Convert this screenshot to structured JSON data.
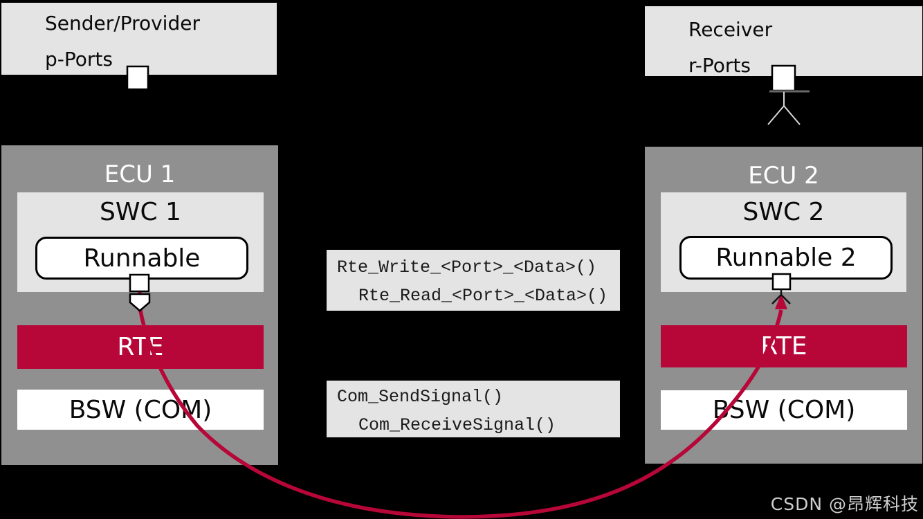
{
  "legend_left": {
    "line1": "Sender/Provider",
    "line2": "p-Ports"
  },
  "legend_right": {
    "line1": "Receiver",
    "line2": "r-Ports"
  },
  "ecu1": {
    "title": "ECU 1",
    "swc": "SWC 1",
    "runnable": "Runnable",
    "rte": "RTE",
    "bsw": "BSW (COM)"
  },
  "ecu2": {
    "title": "ECU 2",
    "swc": "SWC 2",
    "runnable": "Runnable 2",
    "rte": "RTE",
    "bsw": "BSW (COM)"
  },
  "api_rte": {
    "line1": "Rte_Write_<Port>_<Data>()",
    "line2": "Rte_Read_<Port>_<Data>()"
  },
  "api_com": {
    "line1": "Com_SendSignal()",
    "line2": "Com_ReceiveSignal()"
  },
  "watermark": "CSDN @昂辉科技",
  "colors": {
    "accent_red": "#b70638",
    "ecu_gray": "#909090",
    "panel_gray": "#e4e4e4",
    "background": "#000000"
  }
}
